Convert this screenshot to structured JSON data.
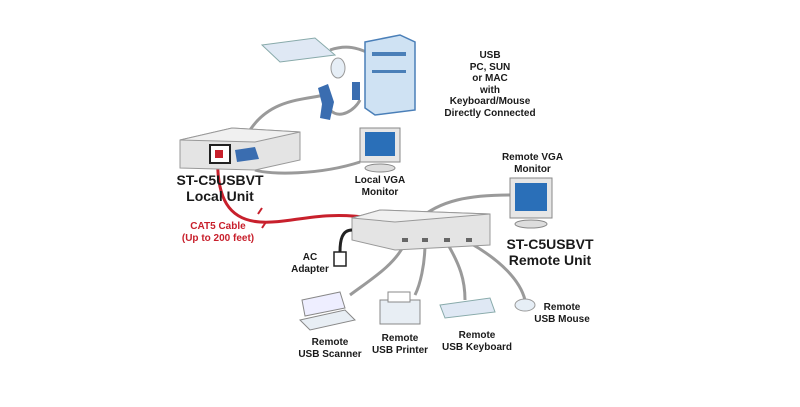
{
  "colors": {
    "cable_red": "#c8202c",
    "cable_gray": "#9a9a9a",
    "unit_fill": "#e4e4e4",
    "screen_blue": "#2a6fb8",
    "pc_blue": "#cfe2f3"
  },
  "labels": {
    "pc": [
      "USB",
      "PC, SUN",
      "or MAC",
      "with Keyboard/Mouse",
      "Directly Connected"
    ],
    "local_unit": [
      "ST-C5USBVT",
      "Local Unit"
    ],
    "local_monitor": [
      "Local VGA",
      "Monitor"
    ],
    "remote_monitor": [
      "Remote VGA",
      "Monitor"
    ],
    "cable": [
      "CAT5 Cable",
      "(Up to 200 feet)"
    ],
    "remote_unit": [
      "ST-C5USBVT",
      "Remote Unit"
    ],
    "ac_adapter": [
      "AC",
      "Adapter"
    ],
    "scanner": [
      "Remote",
      "USB Scanner"
    ],
    "printer": [
      "Remote",
      "USB Printer"
    ],
    "keyboard": [
      "Remote",
      "USB Keyboard"
    ],
    "mouse": [
      "Remote",
      "USB Mouse"
    ]
  },
  "icons": [
    "keyboard-icon",
    "mouse-icon",
    "pc-tower-icon",
    "usb-connector-icon",
    "vga-connector-icon",
    "local-unit-icon",
    "monitor-icon",
    "remote-unit-icon",
    "ac-adapter-icon",
    "scanner-icon",
    "printer-icon"
  ]
}
